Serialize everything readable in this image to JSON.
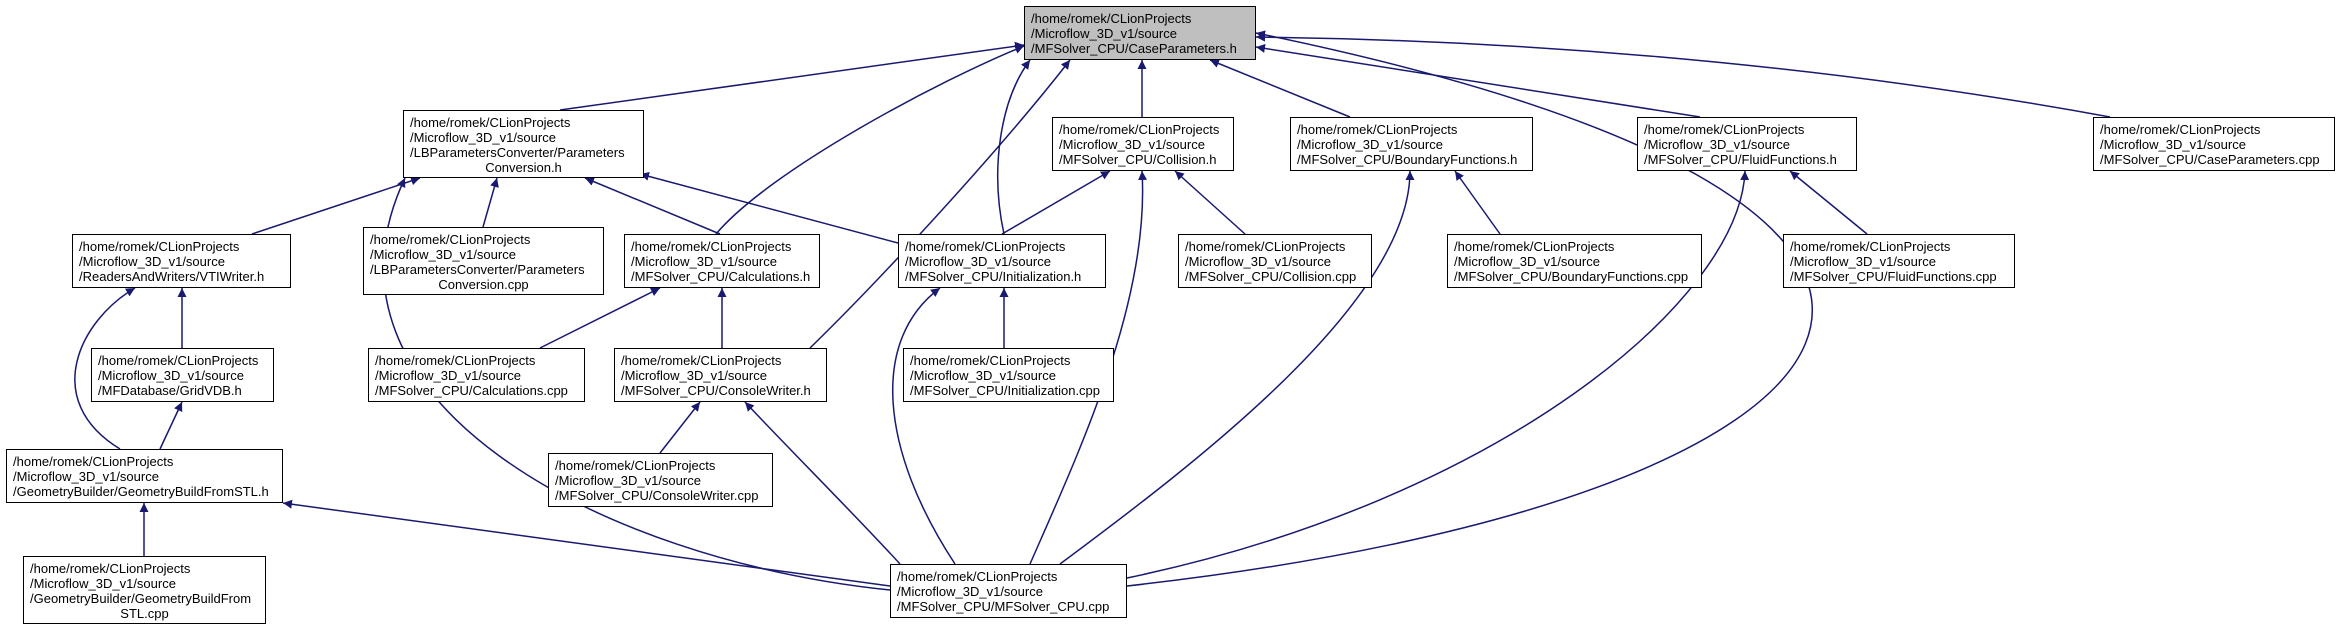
{
  "graph": {
    "edge_color": "#191970",
    "root_fill": "#bfbfbf",
    "nodes": [
      {
        "id": "case_h",
        "lines": [
          "/home/romek/CLionProjects",
          "/Microflow_3D_v1/source",
          "/MFSolver_CPU/CaseParameters.h"
        ],
        "root": true
      },
      {
        "id": "params_h",
        "lines": [
          "/home/romek/CLionProjects",
          "/Microflow_3D_v1/source",
          "/LBParametersConverter/Parameters",
          "Conversion.h"
        ]
      },
      {
        "id": "collision_h",
        "lines": [
          "/home/romek/CLionProjects",
          "/Microflow_3D_v1/source",
          "/MFSolver_CPU/Collision.h"
        ]
      },
      {
        "id": "boundary_h",
        "lines": [
          "/home/romek/CLionProjects",
          "/Microflow_3D_v1/source",
          "/MFSolver_CPU/BoundaryFunctions.h"
        ]
      },
      {
        "id": "fluid_h",
        "lines": [
          "/home/romek/CLionProjects",
          "/Microflow_3D_v1/source",
          "/MFSolver_CPU/FluidFunctions.h"
        ]
      },
      {
        "id": "case_cpp",
        "lines": [
          "/home/romek/CLionProjects",
          "/Microflow_3D_v1/source",
          "/MFSolver_CPU/CaseParameters.cpp"
        ]
      },
      {
        "id": "vti_h",
        "lines": [
          "/home/romek/CLionProjects",
          "/Microflow_3D_v1/source",
          "/ReadersAndWriters/VTIWriter.h"
        ]
      },
      {
        "id": "params_cpp",
        "lines": [
          "/home/romek/CLionProjects",
          "/Microflow_3D_v1/source",
          "/LBParametersConverter/Parameters",
          "Conversion.cpp"
        ]
      },
      {
        "id": "calc_h",
        "lines": [
          "/home/romek/CLionProjects",
          "/Microflow_3D_v1/source",
          "/MFSolver_CPU/Calculations.h"
        ]
      },
      {
        "id": "init_h",
        "lines": [
          "/home/romek/CLionProjects",
          "/Microflow_3D_v1/source",
          "/MFSolver_CPU/Initialization.h"
        ]
      },
      {
        "id": "collision_cpp",
        "lines": [
          "/home/romek/CLionProjects",
          "/Microflow_3D_v1/source",
          "/MFSolver_CPU/Collision.cpp"
        ]
      },
      {
        "id": "boundary_cpp",
        "lines": [
          "/home/romek/CLionProjects",
          "/Microflow_3D_v1/source",
          "/MFSolver_CPU/BoundaryFunctions.cpp"
        ]
      },
      {
        "id": "fluid_cpp",
        "lines": [
          "/home/romek/CLionProjects",
          "/Microflow_3D_v1/source",
          "/MFSolver_CPU/FluidFunctions.cpp"
        ]
      },
      {
        "id": "gridvdb_h",
        "lines": [
          "/home/romek/CLionProjects",
          "/Microflow_3D_v1/source",
          "/MFDatabase/GridVDB.h"
        ]
      },
      {
        "id": "calc_cpp",
        "lines": [
          "/home/romek/CLionProjects",
          "/Microflow_3D_v1/source",
          "/MFSolver_CPU/Calculations.cpp"
        ]
      },
      {
        "id": "console_h",
        "lines": [
          "/home/romek/CLionProjects",
          "/Microflow_3D_v1/source",
          "/MFSolver_CPU/ConsoleWriter.h"
        ]
      },
      {
        "id": "init_cpp",
        "lines": [
          "/home/romek/CLionProjects",
          "/Microflow_3D_v1/source",
          "/MFSolver_CPU/Initialization.cpp"
        ]
      },
      {
        "id": "geom_h",
        "lines": [
          "/home/romek/CLionProjects",
          "/Microflow_3D_v1/source",
          "/GeometryBuilder/GeometryBuildFromSTL.h"
        ]
      },
      {
        "id": "console_cpp",
        "lines": [
          "/home/romek/CLionProjects",
          "/Microflow_3D_v1/source",
          "/MFSolver_CPU/ConsoleWriter.cpp"
        ]
      },
      {
        "id": "geom_cpp",
        "lines": [
          "/home/romek/CLionProjects",
          "/Microflow_3D_v1/source",
          "/GeometryBuilder/GeometryBuildFrom",
          "STL.cpp"
        ]
      },
      {
        "id": "mfsolver_cpp",
        "lines": [
          "/home/romek/CLionProjects",
          "/Microflow_3D_v1/source",
          "/MFSolver_CPU/MFSolver_CPU.cpp"
        ]
      }
    ],
    "edges": [
      {
        "from": "params_h",
        "to": "case_h"
      },
      {
        "from": "calc_h",
        "to": "case_h"
      },
      {
        "from": "init_h",
        "to": "case_h"
      },
      {
        "from": "console_h",
        "to": "case_h"
      },
      {
        "from": "collision_h",
        "to": "case_h"
      },
      {
        "from": "boundary_h",
        "to": "case_h"
      },
      {
        "from": "fluid_h",
        "to": "case_h"
      },
      {
        "from": "case_cpp",
        "to": "case_h"
      },
      {
        "from": "mfsolver_cpp",
        "to": "case_h"
      },
      {
        "from": "vti_h",
        "to": "params_h"
      },
      {
        "from": "params_cpp",
        "to": "params_h"
      },
      {
        "from": "calc_h",
        "to": "params_h"
      },
      {
        "from": "init_h",
        "to": "params_h"
      },
      {
        "from": "mfsolver_cpp",
        "to": "params_h"
      },
      {
        "from": "init_h",
        "to": "collision_h"
      },
      {
        "from": "collision_cpp",
        "to": "collision_h"
      },
      {
        "from": "mfsolver_cpp",
        "to": "collision_h"
      },
      {
        "from": "boundary_cpp",
        "to": "boundary_h"
      },
      {
        "from": "mfsolver_cpp",
        "to": "boundary_h"
      },
      {
        "from": "fluid_cpp",
        "to": "fluid_h"
      },
      {
        "from": "mfsolver_cpp",
        "to": "fluid_h"
      },
      {
        "from": "gridvdb_h",
        "to": "vti_h"
      },
      {
        "from": "geom_h",
        "to": "vti_h"
      },
      {
        "from": "calc_cpp",
        "to": "calc_h"
      },
      {
        "from": "console_h",
        "to": "calc_h"
      },
      {
        "from": "init_cpp",
        "to": "init_h"
      },
      {
        "from": "mfsolver_cpp",
        "to": "init_h"
      },
      {
        "from": "geom_h",
        "to": "gridvdb_h"
      },
      {
        "from": "console_cpp",
        "to": "console_h"
      },
      {
        "from": "mfsolver_cpp",
        "to": "console_h"
      },
      {
        "from": "geom_cpp",
        "to": "geom_h"
      },
      {
        "from": "mfsolver_cpp",
        "to": "geom_h"
      }
    ]
  }
}
